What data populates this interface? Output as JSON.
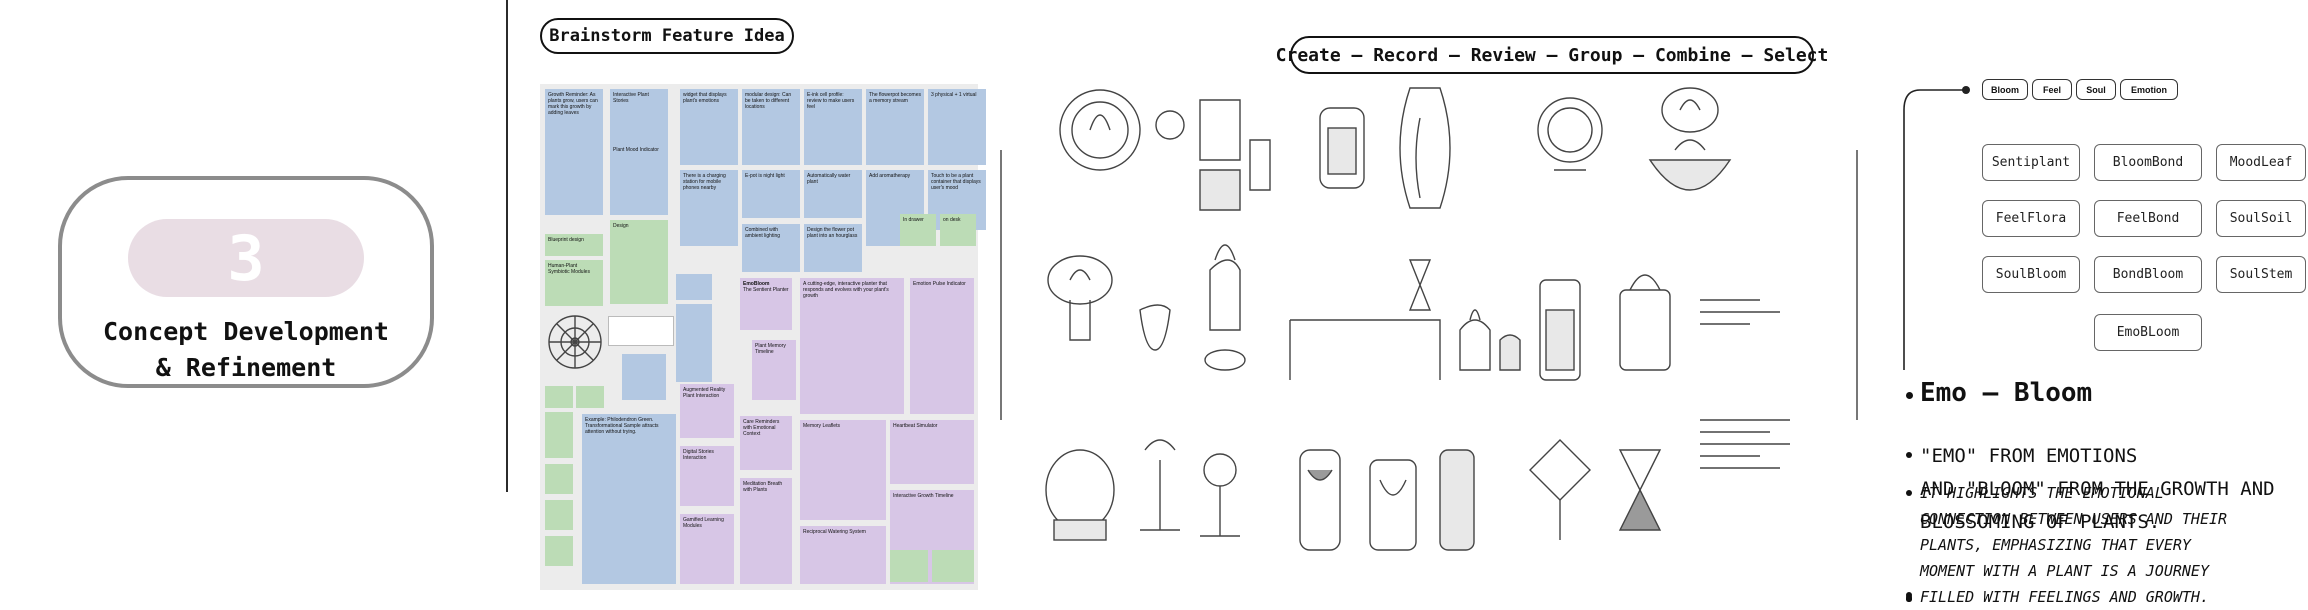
{
  "concept": {
    "number": "3",
    "title_line1": "Concept Development",
    "title_line2": "& Refinement"
  },
  "brainstorm": {
    "heading": "Brainstorm Feature Idea",
    "notes_blue": [
      "Growth Reminder: As plants grow, users can mark this growth by adding leaves",
      "Interactive Plant Stories",
      "widget that displays plant's emotions",
      "modular design: Can be taken to different locations",
      "E-ink cell profile: review to make users feel",
      "The flowerpot becomes a memory stream",
      "3 physical + 1 virtual",
      "Plant Mood Indicator",
      "There is a charging station for mobile phones nearby",
      "E-pot is night light",
      "Automatically water plant",
      "Combined with ambient lighting",
      "Design the flower pot plant into an hourglass",
      "Add aromatherapy",
      "Touch to be a plant container that displays user's mood"
    ],
    "notes_green": [
      "Design",
      "Blueprint design",
      "Human-Plant Symbiotic Modules",
      "In drawer",
      "on desk"
    ],
    "notes_purple": [
      "EmoBloom",
      "The Sentient Planter",
      "A cutting-edge, interactive planter that responds and evolves with your plant's growth",
      "Emotion Pulse Indicator",
      "Plant Memory Timeline",
      "Augmented Reality Plant Interaction",
      "Care Reminders with Emotional Context",
      "Memory Leaflets",
      "Heartbeat Simulator",
      "Digital Stories Interaction",
      "Gamified Learning Modules",
      "Meditation Breath with Plants",
      "Reciprocal Watering System",
      "Interactive Growth Timeline"
    ],
    "notes_long": "Example: Philodendron Green. Transformational Sample attracts attention without trying."
  },
  "process": {
    "heading": "Create – Record – Review – Group – Combine – Select"
  },
  "naming": {
    "tags": [
      "Bloom",
      "Feel",
      "Soul",
      "Emotion"
    ],
    "names": [
      "Sentiplant",
      "BloomBond",
      "MoodLeaf",
      "FeelFlora",
      "FeelBond",
      "SoulSoil",
      "SoulBloom",
      "BondBloom",
      "SoulStem",
      "EmoBLoom"
    ]
  },
  "description": {
    "title": "Emo – Bloom",
    "line1": "\"EMO\" FROM EMOTIONS",
    "line2": "AND \"BLOOM\" FROM THE GROWTH AND",
    "line3": "BLOSSOMING OF PLANTS.",
    "italic1": "IT HIGHLIGHTS THE EMOTIONAL",
    "italic2": "CONNECTION BETWEEN USERS AND THEIR",
    "italic3": "PLANTS, EMPHASIZING THAT EVERY",
    "italic4": "MOMENT WITH A PLANT IS A JOURNEY",
    "italic5": "FILLED WITH FEELINGS AND GROWTH."
  }
}
